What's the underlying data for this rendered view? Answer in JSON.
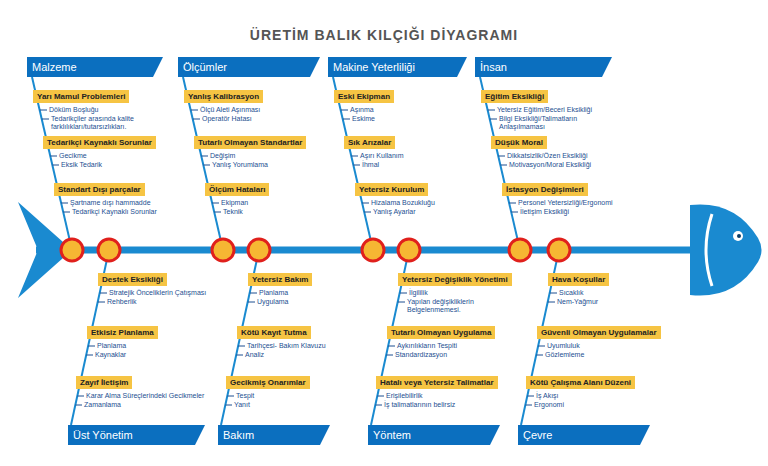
{
  "diagram": {
    "title": "ÜRETİM BALIK KILÇIĞI DİYAGRAMI",
    "nodes": [
      {
        "text": [
          "Malzeme"
        ]
      },
      {
        "text": [
          "Yarı Mamul Problemleri"
        ]
      },
      {
        "text": [
          "Tedarikçi Kaynaklı Sorunlar"
        ]
      },
      {
        "text": [
          "Standart Dışı parçalar"
        ]
      },
      {
        "text": [
          "Ölçümler"
        ]
      },
      {
        "text": [
          "Yanlış Kalibrasyon"
        ]
      },
      {
        "text": [
          "Tutarlı Olmayan Standartlar"
        ]
      },
      {
        "text": [
          "Ölçüm Hataları"
        ]
      },
      {
        "text": [
          "Makine Yeterliliği"
        ]
      },
      {
        "text": [
          "Eski Ekipman"
        ]
      },
      {
        "text": [
          "Sık Arızalar"
        ]
      },
      {
        "text": [
          "Yetersiz Kurulum"
        ]
      },
      {
        "text": [
          "İnsan"
        ]
      },
      {
        "text": [
          "Eğitim Eksikliği"
        ]
      },
      {
        "text": [
          "Düşük Moral"
        ]
      },
      {
        "text": [
          "İstasyon Değişimleri"
        ]
      },
      {
        "text": [
          "Üst Yönetim"
        ]
      },
      {
        "text": [
          "Destek Eksikliği"
        ]
      },
      {
        "text": [
          "Etkisiz Planlama"
        ]
      },
      {
        "text": [
          "Zayıf İletişim"
        ]
      },
      {
        "text": [
          "Bakım"
        ]
      },
      {
        "text": [
          "Yetersiz Bakım"
        ]
      },
      {
        "text": [
          "Kötü Kayıt Tutma"
        ]
      },
      {
        "text": [
          "Gecikmiş Onarımlar"
        ]
      },
      {
        "text": [
          "Yöntem"
        ]
      },
      {
        "text": [
          "Yetersiz Değişiklik Yönetimi"
        ]
      },
      {
        "text": [
          "Tutarlı Olmayan Uygulama"
        ]
      },
      {
        "text": [
          "Hatalı veya Yetersiz Talimatlar"
        ]
      },
      {
        "text": [
          "Çevre"
        ]
      },
      {
        "text": [
          "Hava Koşullar"
        ]
      },
      {
        "text": [
          "Güvenli Olmayan Uygulamalar"
        ]
      },
      {
        "text": [
          "Kötü Çalışma Alanı Düzeni"
        ]
      }
    ],
    "labels": [
      "Döküm Boşluğu",
      "Tedarikçiler arasında kalite farklılıkları/tutarsızlıkları.",
      "Gecikme",
      "Eksik Tedarik",
      "Şartname dışı hammadde",
      "Tedarikçi Kaynaklı Sorunlar",
      "Ölçü Aleti Aşınması",
      "Operatör Hatası",
      "Değişim",
      "Yanlış Yorumlama",
      "Ekipman",
      "Teknik",
      "Aşınma",
      "Eskime",
      "Aşırı Kullanım",
      "İhmal",
      "Hizalama Bozukluğu",
      "Yanlış Ayarlar",
      "Yetersiz Eğitim/Beceri Eksikliği",
      "Bilgi Eksikliği/Talimatların Anlaşılmaması",
      "Dikkatsizlik/Özen Eksikliği",
      "Motivasyon/Moral Eksikliği",
      "Personel Yetersizliği/Ergonomi",
      "İletişim Eksikliği",
      "Stratejik Önceliklerin Çatışması",
      "Rehberlik",
      "Planlama",
      "Kaynaklar",
      "Karar Alma Süreçlerindeki Gecikmeler",
      "Zamanlama",
      "Planlama",
      "Uygulama",
      "Tarihçesi- Bakım Klavuzu",
      "Analiz",
      "Tespit",
      "Yanıt",
      "İlgililik",
      "Yapılan değişikliklerin Belgelenmemesi.",
      "Aykırılıkların Tespiti",
      "Standardizasyon",
      "Erişilebilirlik",
      "İş talimatlarının belirsiz",
      "Sıcaklık",
      "Nem-Yağmur",
      "Uyumluluk",
      "Gözlemleme",
      "İş Akışı",
      "Ergonomi"
    ]
  }
}
